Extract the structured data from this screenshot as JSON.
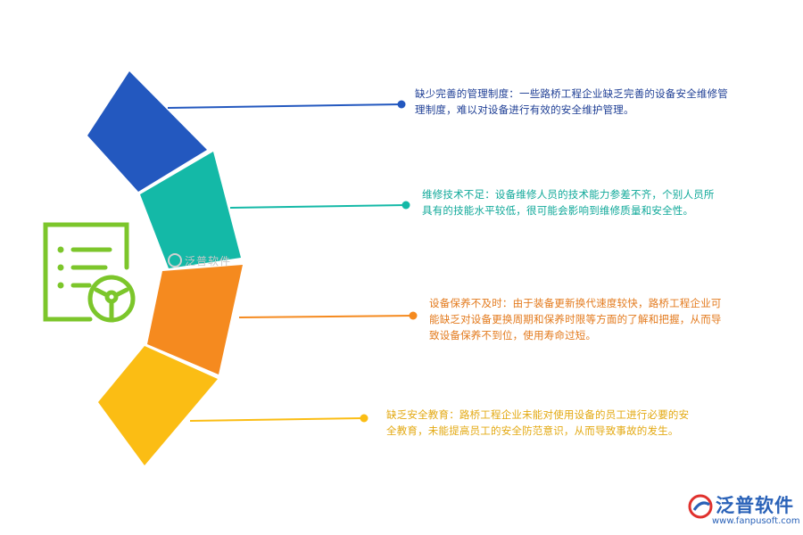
{
  "items": [
    {
      "text": "缺少完善的管理制度：一些路桥工程企业缺乏完善的设备安全维修管理制度，难以对设备进行有效的安全维护管理。",
      "color": "#2358bf"
    },
    {
      "text": "维修技术不足：设备维修人员的技术能力参差不齐，个别人员所具有的技能水平较低，很可能会影响到维修质量和安全性。",
      "color": "#14b9a7"
    },
    {
      "text": "设备保养不及时：由于装备更新换代速度较快，路桥工程企业可能缺乏对设备更换周期和保养时限等方面的了解和把握，从而导致设备保养不到位，使用寿命过短。",
      "color": "#f58a1f"
    },
    {
      "text": "缺乏安全教育：路桥工程企业未能对使用设备的员工进行必要的安全教育，未能提高员工的安全防范意识，从而导致事故的发生。",
      "color": "#fbbd14"
    }
  ],
  "icon": {
    "name": "checklist-steering-wheel-icon",
    "color": "#7cc62b"
  },
  "watermark": {
    "text": "泛普软件"
  },
  "logo": {
    "name": "泛普软件",
    "url": "www.fanpusoft.com",
    "color": "#2a62b8"
  }
}
